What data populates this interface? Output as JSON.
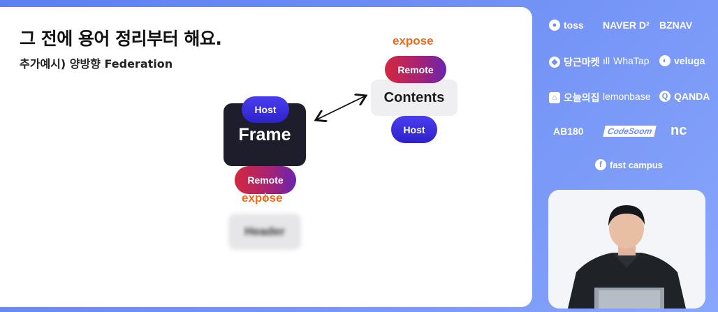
{
  "slide": {
    "title": "그 전에 용어 정리부터 해요.",
    "subtitle": "추가예시) 양방향 Federation"
  },
  "diagram": {
    "frame": {
      "label": "Frame",
      "host_label": "Host",
      "remote_label": "Remote",
      "expose_label": "expose",
      "child_label": "Header"
    },
    "contents": {
      "label": "Contents",
      "remote_label": "Remote",
      "host_label": "Host",
      "expose_label": "expose"
    }
  },
  "sponsors": {
    "logos": [
      {
        "name": "toss",
        "icon": "toss-icon"
      },
      {
        "name": "NAVER D²",
        "icon": "naver-d2-logo"
      },
      {
        "name": "BZNAV",
        "icon": "bznav-logo"
      },
      {
        "name": "당근마켓",
        "icon": "carrot-icon"
      },
      {
        "name": "WhaTap",
        "icon": "whatap-icon"
      },
      {
        "name": "veluga",
        "icon": "veluga-icon"
      },
      {
        "name": "오늘의집",
        "icon": "house-icon"
      },
      {
        "name": "lemonbase",
        "icon": "lemonbase-logo"
      },
      {
        "name": "QANDA",
        "icon": "qanda-icon"
      },
      {
        "name": "AB180",
        "icon": "ab180-logo"
      },
      {
        "name": "CodeSoom",
        "icon": "codesoom-logo"
      },
      {
        "name": "nc",
        "icon": "nc-logo"
      },
      {
        "name": "fast campus",
        "icon": "fastcampus-icon"
      }
    ]
  },
  "colors": {
    "background": "#6f8ff5",
    "frame_box": "#1e1d2b",
    "host_pill": "#3a2fe0",
    "remote_pill": "#b82560",
    "expose_text": "#ef6a1a"
  }
}
